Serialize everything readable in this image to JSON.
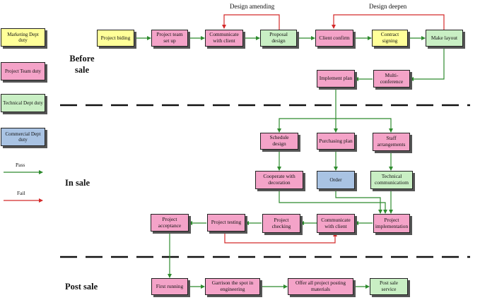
{
  "legend": {
    "marketing": "Marketing Dept duty",
    "team": "Project Team duty",
    "technical": "Technical Dept duty",
    "commercial": "Commercial Dept duty",
    "pass": "Pass",
    "fail": "Fail"
  },
  "phases": {
    "before_line1": "Before",
    "before_line2": "sale",
    "in": "In sale",
    "post": "Post sale"
  },
  "loops": {
    "amend": "Design amending",
    "deepen": "Design deepen"
  },
  "colors": {
    "marketing": "#ffff99",
    "team": "#f4a3c8",
    "technical": "#c9efc4",
    "commercial": "#a9c3e3",
    "pass": "#2e8b2e",
    "fail": "#d42a2a"
  },
  "nodes": {
    "project_biding": "Project biding",
    "project_team_set_up": "Project team set up",
    "communicate_with_client_1": "Communicate with client",
    "proposal_design": "Proposal design",
    "client_confirm": "Client confirm",
    "contract_signing": "Contract signing",
    "make_layout": "Make layout",
    "multi_conference": "Multi-conference",
    "implement_plan": "Implement plan",
    "schedule_design": "Schedule design",
    "purchasing_plan": "Purchasing plan",
    "staff_arrangements": "Staff arrangements",
    "cooperate_with_decoration": "Cooperate with decoration",
    "order": "Order",
    "technical_communication": "Technical communicatiom",
    "project_implementation": "Project implementation",
    "communicate_with_client_2": "Communicate with client",
    "project_checking": "Project checking",
    "project_testing": "Project testing",
    "project_acceptance": "Project acceptance",
    "first_running": "First running",
    "garrison": "Garrison the spot in engineering",
    "offer_materials": "Offer all project posting materials",
    "post_sale_service": "Post sale service"
  }
}
